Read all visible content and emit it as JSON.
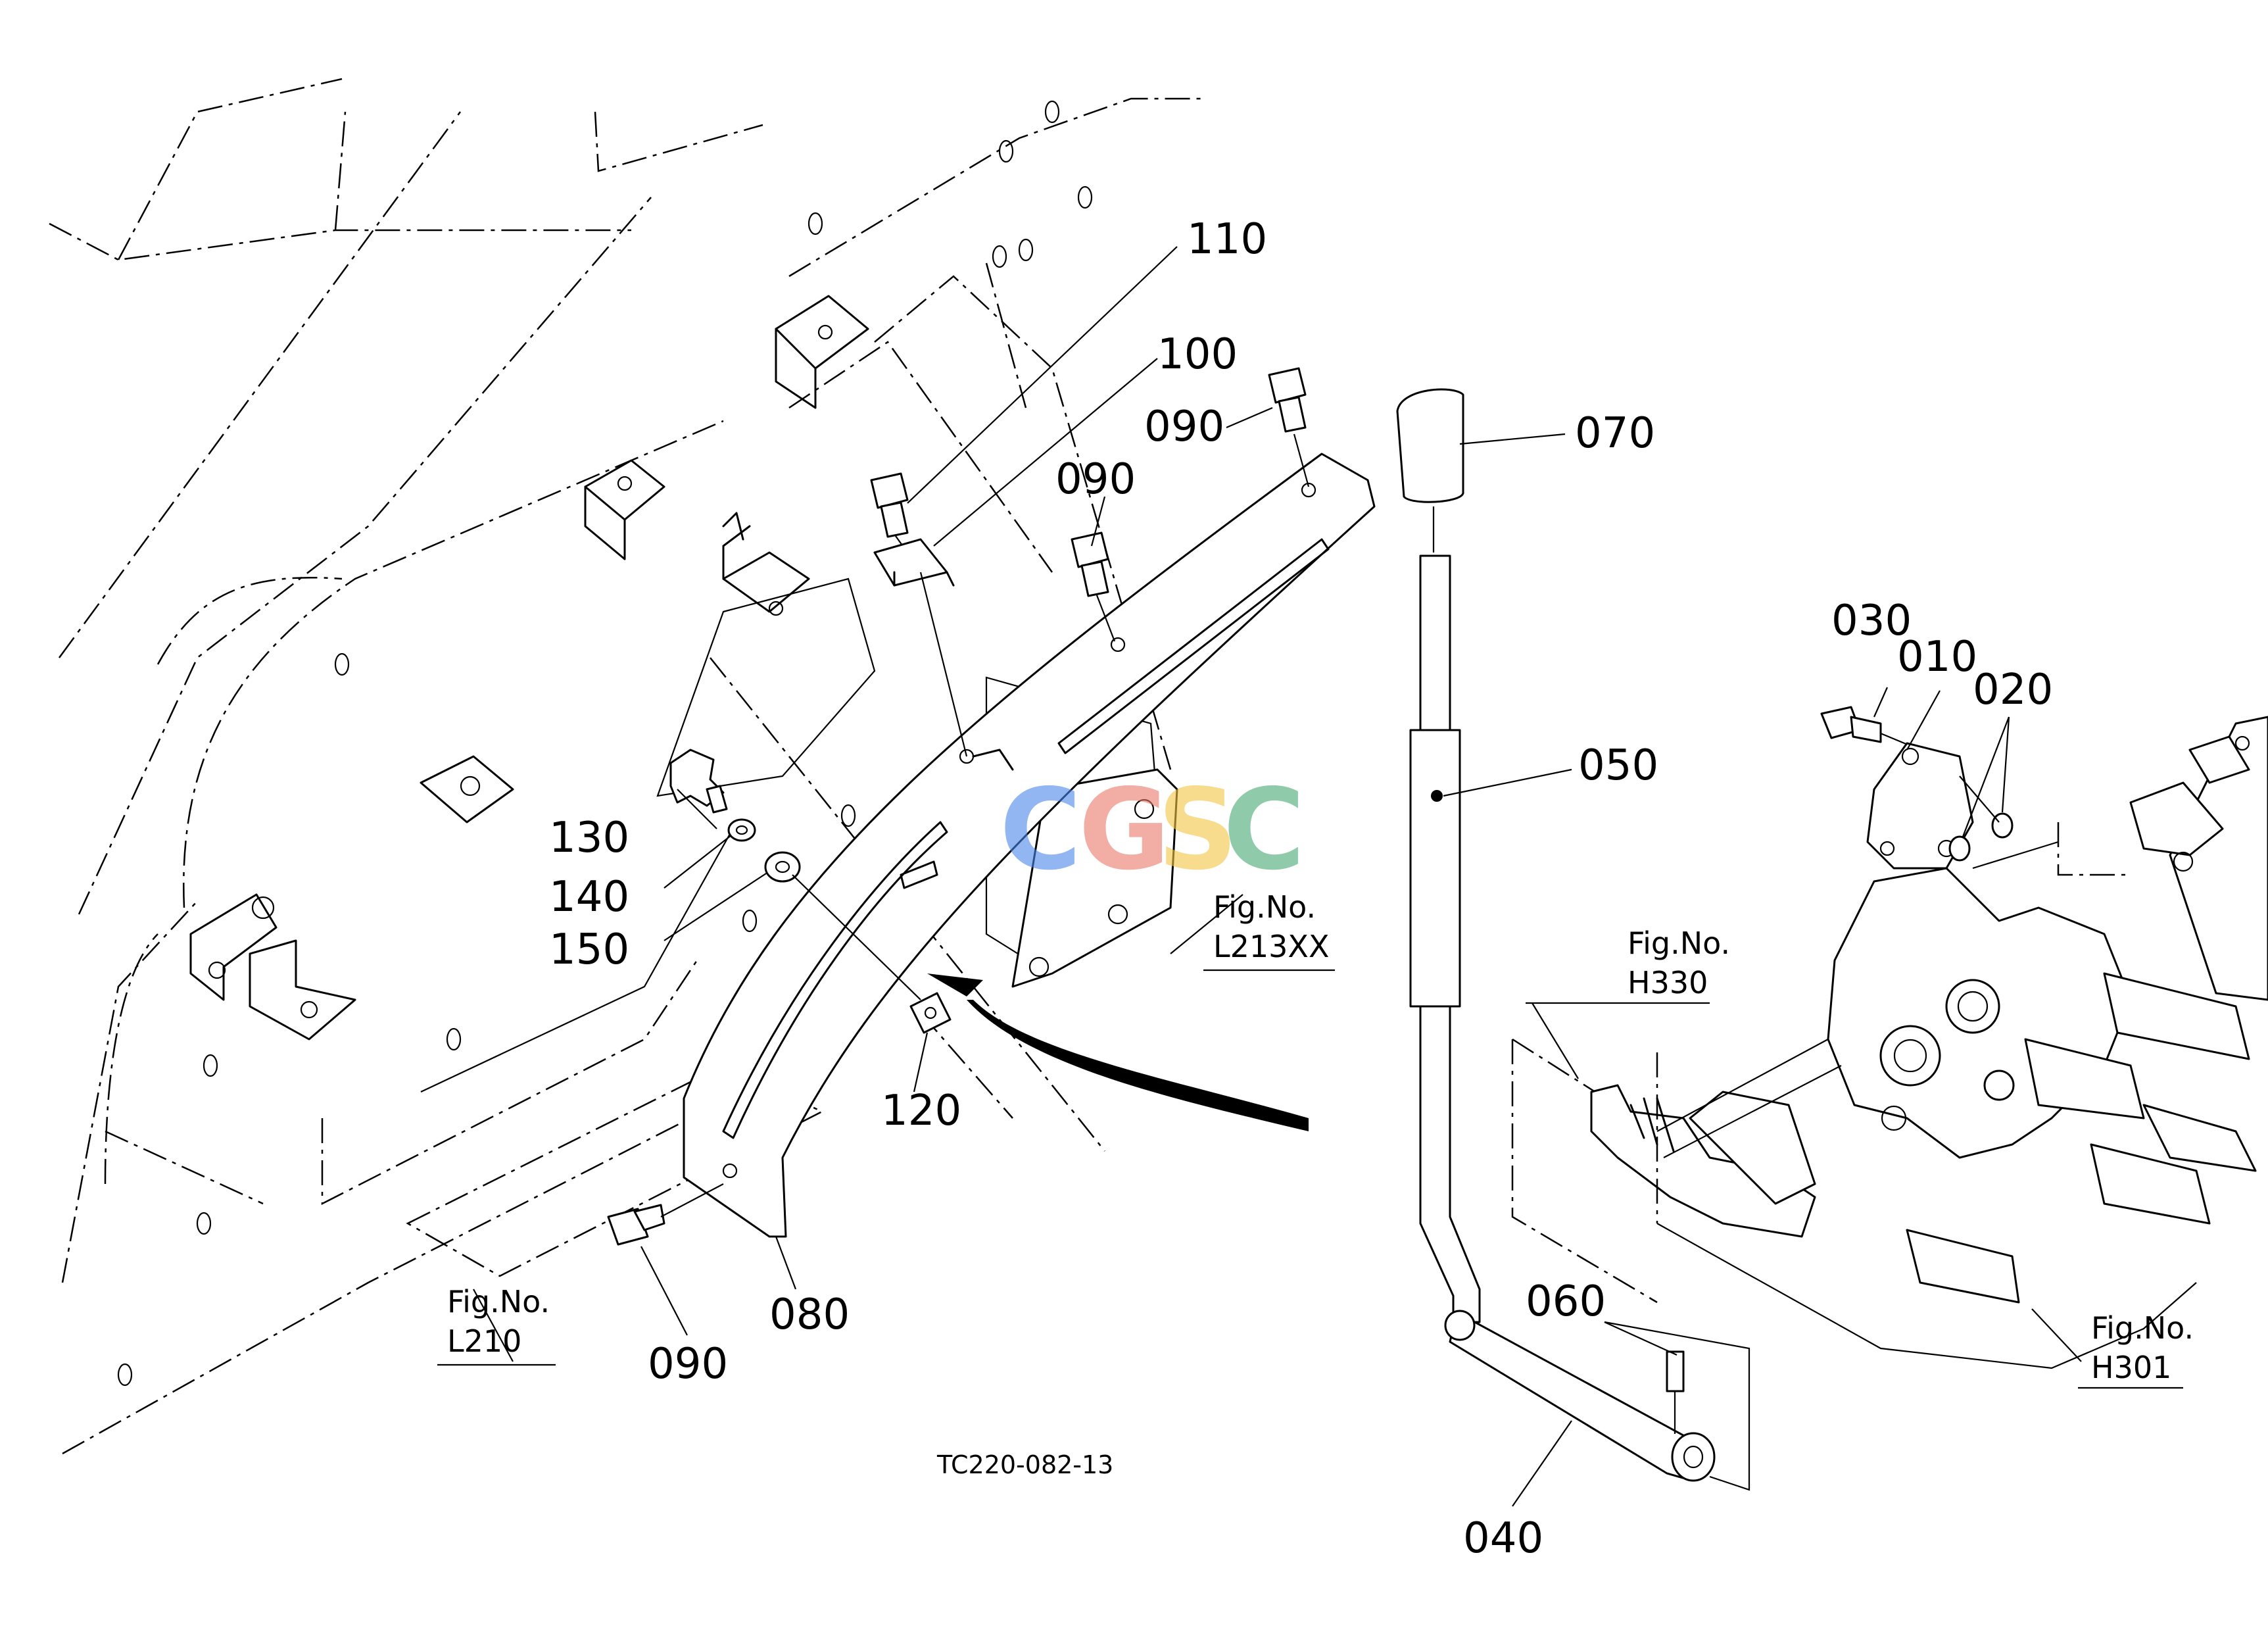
{
  "diagram": {
    "drawing_code": "TC220-082-13",
    "watermark": {
      "letters": [
        "C",
        "G",
        "S",
        "C"
      ],
      "colors": [
        "#4a86e8",
        "#ea7a6a",
        "#f4c542",
        "#46a874"
      ]
    },
    "part_labels": {
      "p010": "010",
      "p020": "020",
      "p030": "030",
      "p040": "040",
      "p050": "050",
      "p060": "060",
      "p070": "070",
      "p080": "080",
      "p090a": "090",
      "p090b": "090",
      "p090c": "090",
      "p100": "100",
      "p110": "110",
      "p120": "120",
      "p130": "130",
      "p140": "140",
      "p150": "150"
    },
    "figure_refs": {
      "l210": {
        "caption": "Fig.No.",
        "code": "L210"
      },
      "l213xx": {
        "caption": "Fig.No.",
        "code": "L213XX"
      },
      "h330": {
        "caption": "Fig.No.",
        "code": "H330"
      },
      "h301": {
        "caption": "Fig.No.",
        "code": "H301"
      }
    }
  }
}
